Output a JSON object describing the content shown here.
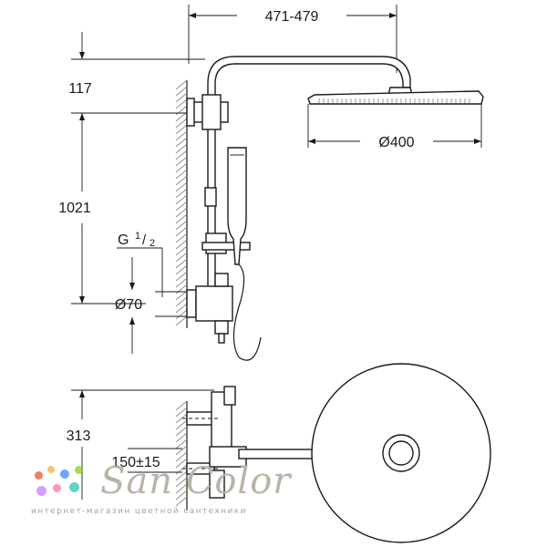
{
  "dimensions": {
    "width_range": "471-479",
    "head_diameter": "Ø400",
    "top_height": "117",
    "total_height": "1021",
    "thread": "G",
    "thread_fraction_num": "1",
    "thread_fraction_den": "2",
    "flange_diameter": "Ø70",
    "depth": "313",
    "wall_distance": "150±15"
  },
  "watermark": {
    "brand": "San Color",
    "tagline": "интернет-магазин цветной сантехники",
    "dot_colors": [
      "#e4572e",
      "#f2b134",
      "#3a86ff",
      "#8ac926",
      "#c77dff",
      "#ff70a6",
      "#2ec4b6"
    ]
  }
}
